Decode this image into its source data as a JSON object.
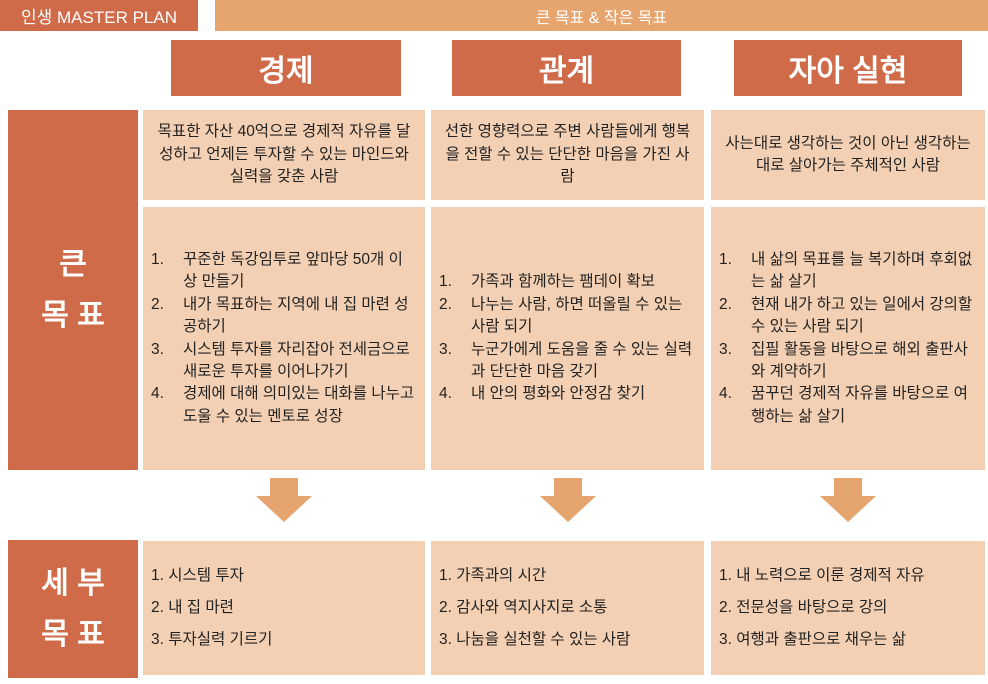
{
  "title": "인생 MASTER PLAN",
  "topbar": "큰 목표 & 작은 목표",
  "row_labels": {
    "big": "큰\n목 표",
    "detail": "세 부\n목 표",
    "big_l1": "큰",
    "big_l2": "목 표",
    "detail_l1": "세 부",
    "detail_l2": "목 표"
  },
  "columns": [
    {
      "header": "경제",
      "summary": "목표한 자산 40억으로 경제적 자유를 달성하고 언제든 투자할 수 있는 마인드와 실력을 갖춘 사람",
      "goals": [
        {
          "num": "1.",
          "text": "꾸준한 독강임투로 앞마당 50개 이상 만들기"
        },
        {
          "num": "2.",
          "text": "내가 목표하는 지역에 내 집 마련 성공하기"
        },
        {
          "num": "3.",
          "text": "시스템 투자를 자리잡아 전세금으로 새로운 투자를 이어나가기"
        },
        {
          "num": "4.",
          "text": "경제에 대해 의미있는 대화를 나누고 도울 수 있는 멘토로 성장"
        }
      ],
      "details": [
        "1. 시스템 투자",
        "2. 내 집 마련",
        "3. 투자실력 기르기"
      ]
    },
    {
      "header": "관계",
      "summary": "선한 영향력으로 주변 사람들에게 행복을 전할 수 있는 단단한 마음을 가진 사람",
      "goals": [
        {
          "num": "1.",
          "text": "가족과 함께하는 팸데이 확보"
        },
        {
          "num": "2.",
          "text": "나누는 사람, 하면 떠올릴 수 있는 사람 되기"
        },
        {
          "num": "3.",
          "text": "누군가에게 도움을 줄 수 있는 실력과 단단한 마음 갖기"
        },
        {
          "num": "4.",
          "text": "내 안의 평화와 안정감 찾기"
        }
      ],
      "details": [
        "1. 가족과의 시간",
        "2. 감사와 역지사지로 소통",
        "3. 나눔을 실천할 수 있는 사람"
      ]
    },
    {
      "header": "자아 실현",
      "summary": "사는대로 생각하는 것이 아닌 생각하는 대로 살아가는 주체적인 사람",
      "goals": [
        {
          "num": "1.",
          "text": "내 삶의 목표를 늘 복기하며 후회없는 삶 살기"
        },
        {
          "num": "2.",
          "text": "현재 내가 하고 있는 일에서 강의할 수 있는 사람 되기"
        },
        {
          "num": "3.",
          "text": "집필 활동을 바탕으로 해외 출판사와 계약하기"
        },
        {
          "num": "4.",
          "text": "꿈꾸던 경제적 자유를 바탕으로 여행하는 삶 살기"
        }
      ],
      "details": [
        "1. 내 노력으로 이룬 경제적 자유",
        "2. 전문성을 바탕으로 강의",
        "3. 여행과 출판으로 채우는 삶"
      ]
    }
  ],
  "colors": {
    "dark": "#d06b4a",
    "light": "#e6a56e",
    "panel": "#f3d0b3"
  }
}
